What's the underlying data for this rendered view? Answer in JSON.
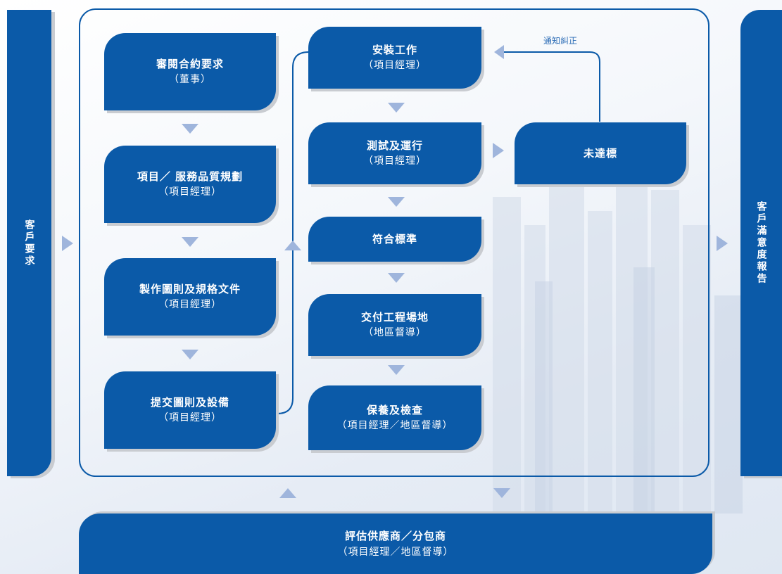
{
  "colors": {
    "box": "#0b5aa8",
    "arrow": "#9fb5dc",
    "shadow": "#c9ccd1"
  },
  "left_label": "客戶要求",
  "right_label": "客戶滿意度報告",
  "bottom": {
    "title": "評估供應商／分包商",
    "role": "（項目經理／地區督導）"
  },
  "feedback_note": "通知糾正",
  "left_column": [
    {
      "title": "審閱合約要求",
      "role": "（董事）"
    },
    {
      "title": "項目／ 服務品質規劃",
      "role": "（項目經理）"
    },
    {
      "title": "製作圖則及規格文件",
      "role": "（項目經理）"
    },
    {
      "title": "提交圖則及設備",
      "role": "（項目經理）"
    }
  ],
  "middle_column": [
    {
      "title": "安裝工作",
      "role": "（項目經理）"
    },
    {
      "title": "測試及運行",
      "role": "（項目經理）"
    },
    {
      "title": "符合標準",
      "role": ""
    },
    {
      "title": "交付工程場地",
      "role": "（地區督導）"
    },
    {
      "title": "保養及檢查",
      "role": "（項目經理／地區督導）"
    }
  ],
  "fail_box": {
    "title": "未達標"
  }
}
